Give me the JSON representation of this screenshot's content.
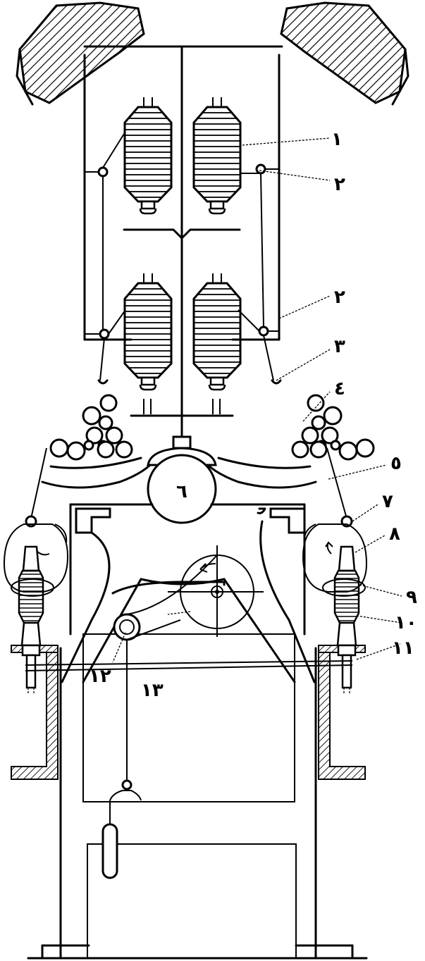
{
  "figure": {
    "callouts": [
      {
        "id": "c1",
        "text": "١"
      },
      {
        "id": "c2a",
        "text": "٢"
      },
      {
        "id": "c2b",
        "text": "٢"
      },
      {
        "id": "c3",
        "text": "٣"
      },
      {
        "id": "c4",
        "text": "٤"
      },
      {
        "id": "c5",
        "text": "٥"
      },
      {
        "id": "c6",
        "text": "٦"
      },
      {
        "id": "c7",
        "text": "٧"
      },
      {
        "id": "c8",
        "text": "٨"
      },
      {
        "id": "c9",
        "text": "٩"
      },
      {
        "id": "c10",
        "text": "١٠"
      },
      {
        "id": "c11",
        "text": "١١"
      },
      {
        "id": "c12",
        "text": "١٢"
      },
      {
        "id": "c13",
        "text": "١٣"
      }
    ]
  }
}
